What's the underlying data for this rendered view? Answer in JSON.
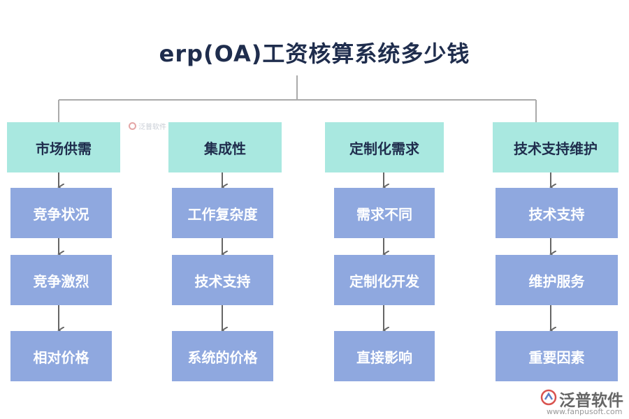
{
  "title": "erp(OA)工资核算系统多少钱",
  "watermark": {
    "text": "泛普软件"
  },
  "brand": {
    "name": "泛普软件",
    "url": "www.fanpusoft.com"
  },
  "colors": {
    "header_fill": "#a9e8e0",
    "child_fill": "#8fa8df",
    "title_text": "#1f2d4d",
    "connector": "#aaaaaa",
    "arrow": "#666666"
  },
  "columns": [
    {
      "label": "市场供需",
      "children": [
        "竞争状况",
        "竞争激烈",
        "相对价格"
      ]
    },
    {
      "label": "集成性",
      "children": [
        "工作复杂度",
        "技术支持",
        "系统的价格"
      ]
    },
    {
      "label": "定制化需求",
      "children": [
        "需求不同",
        "定制化开发",
        "直接影响"
      ]
    },
    {
      "label": "技术支持维护",
      "children": [
        "技术支持",
        "维护服务",
        "重要因素"
      ]
    }
  ]
}
